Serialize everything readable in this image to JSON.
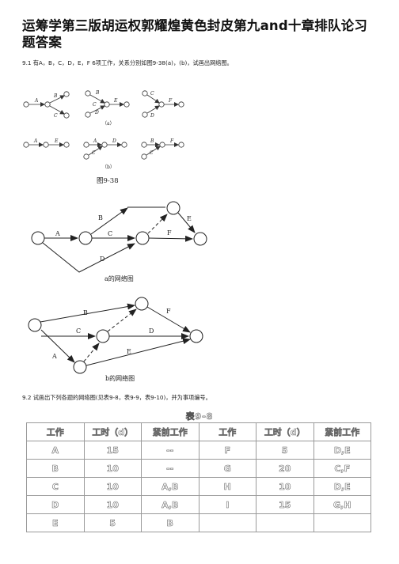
{
  "document": {
    "title": "运筹学第三版胡运权郭耀煌黄色封皮第九and十章排队论习题答案",
    "q1_text": "9.1 有A，B，C，D，E，F 6项工作，关系分别如图9-38(a)，(b)，试画出网络图。",
    "q2_text": "9.2 试画出下列各题的网络图(见表9-8，表9-9，表9-10)，并为事项编号。"
  },
  "figure938": {
    "caption": "图9-38",
    "label_a": "（a）",
    "label_b": "（b）",
    "g1_labels": [
      "A",
      "B",
      "C"
    ],
    "g2_labels": [
      "B",
      "C",
      "E",
      "D"
    ],
    "g3_labels": [
      "C",
      "F",
      "D"
    ],
    "g4_labels": [
      "A",
      "E"
    ],
    "g5_labels": [
      "A",
      "D",
      "C"
    ],
    "g6_labels": [
      "B",
      "F",
      "C"
    ]
  },
  "network_a": {
    "caption": "a的网络图",
    "labels": [
      "A",
      "B",
      "C",
      "D",
      "E",
      "F"
    ]
  },
  "network_b": {
    "caption": "b的网络图",
    "labels": [
      "A",
      "B",
      "C",
      "D",
      "E",
      "F"
    ]
  },
  "table98": {
    "caption": "表9-8",
    "headers": [
      "工作",
      "工时（d）",
      "紧前工作",
      "工作",
      "工时（d）",
      "紧前工作"
    ],
    "rows": [
      [
        "A",
        "15",
        "--",
        "F",
        "5",
        "D,E"
      ],
      [
        "B",
        "10",
        "--",
        "G",
        "20",
        "C,F"
      ],
      [
        "C",
        "10",
        "A,B",
        "H",
        "10",
        "D,E"
      ],
      [
        "D",
        "10",
        "A,B",
        "I",
        "15",
        "G,H"
      ],
      [
        "E",
        "5",
        "B",
        "",
        "",
        ""
      ]
    ]
  }
}
